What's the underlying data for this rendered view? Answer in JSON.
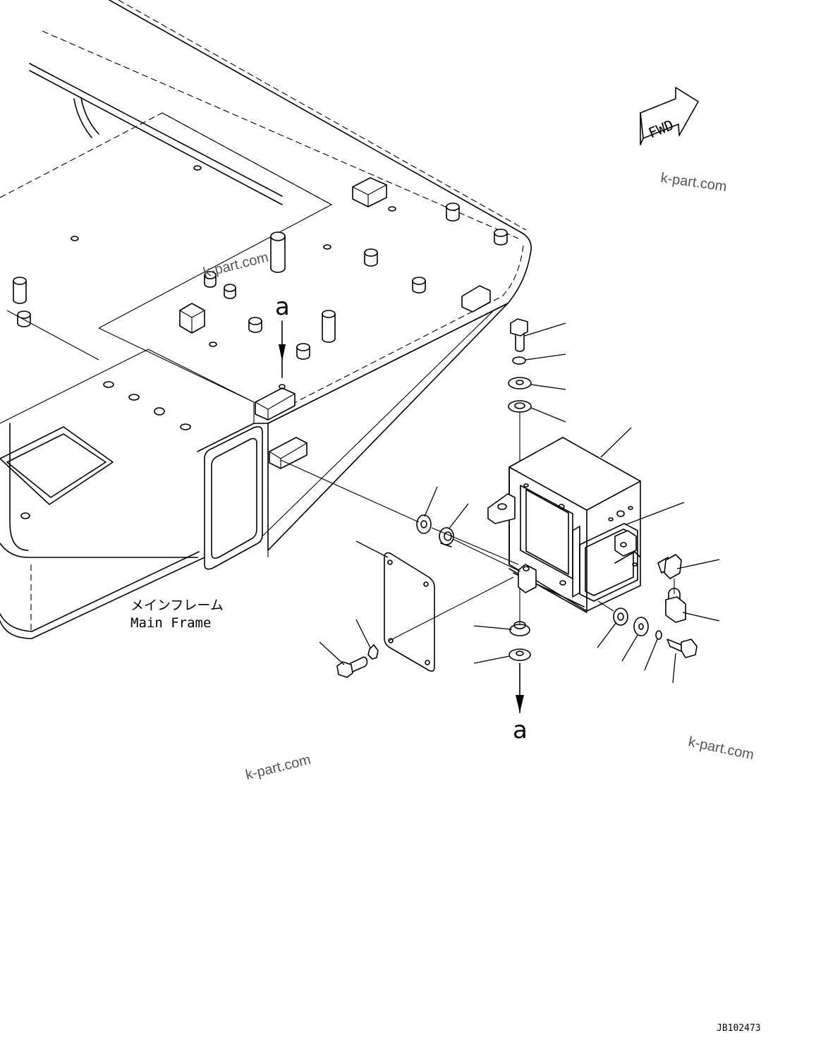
{
  "labels": {
    "frame_jp": "メインフレーム",
    "frame_en": "Main Frame",
    "fwd": "FWD",
    "ref_top": "a",
    "ref_bottom": "a",
    "drawing_code": "JB102473"
  },
  "watermarks": [
    "k-part.com",
    "k-part.com",
    "k-part.com",
    "k-part.com"
  ],
  "colors": {
    "line": "#000000",
    "background": "#ffffff",
    "watermark": "#555555"
  },
  "icons": {
    "fwd_arrow": "fwd-arrow-icon"
  }
}
